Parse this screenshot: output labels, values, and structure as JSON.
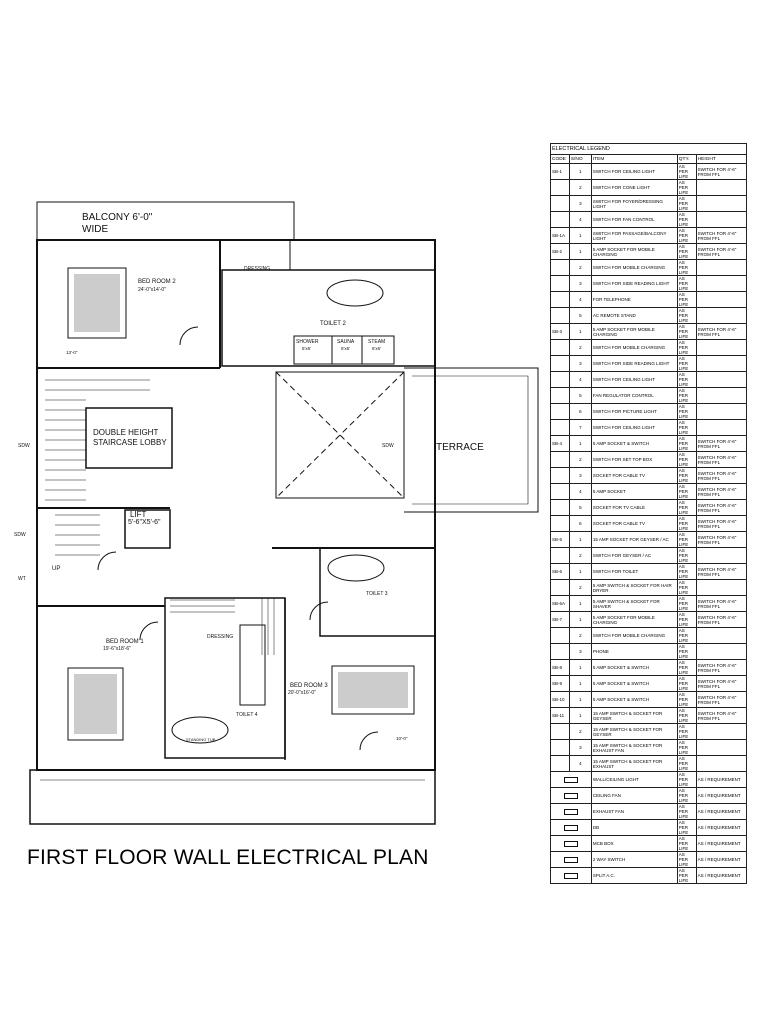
{
  "title": "FIRST FLOOR WALL ELECTRICAL PLAN",
  "rooms": {
    "balcony": "BALCONY 6'-0\"",
    "balcony_2": "WIDE",
    "bedroom2": "BED ROOM 2",
    "bedroom2_size": "24'-0\"x14'-0\"",
    "toilet2": "TOILET 2",
    "dressing_top": "DRESSING",
    "shower": "SHOWER",
    "shower_size": "5'x6'",
    "sauna": "SAUNA",
    "sauna_size": "6'x6'",
    "steam": "STEAM",
    "steam_size": "6'x6'",
    "stair_lobby_1": "DOUBLE HEIGHT",
    "stair_lobby_2": "STAIRCASE LOBBY",
    "terrace": "TERRACE",
    "lift": "LIFT",
    "lift_size": "5'-6\"X5'-6\"",
    "toilet3": "TOILET 3",
    "bedroom1": "BED ROOM 1",
    "bedroom1_size": "19'-6\"x18'-6\"",
    "dressing": "DRESSING",
    "toilet4": "TOILET 4",
    "bedroom3": "BED ROOM 3",
    "bedroom3_size": "20'-0\"x16'-0\"",
    "standing_tub": "STANDING TUB",
    "up": "UP",
    "sdw": "SDW",
    "wt": "WT",
    "dim_a": "13'-0\"",
    "dim_b": "10'-0\""
  },
  "legend": {
    "title": "ELECTRICAL LEGEND",
    "headers": [
      "CODE",
      "S/NO",
      "ITEM",
      "QTY.",
      "HEIGHT"
    ],
    "rows": [
      {
        "code": "SB-1",
        "sno": "1",
        "item": "SWITCH FOR CEILING LIGHT",
        "qty": "AS PER LIFE",
        "height": "SWITCH FOR 4'-6\" FROM FFL"
      },
      {
        "code": "",
        "sno": "2",
        "item": "SWITCH FOR CONE LIGHT",
        "qty": "AS PER LIFE",
        "height": ""
      },
      {
        "code": "",
        "sno": "3",
        "item": "SWITCH FOR FOYER/DRESSING LIGHT",
        "qty": "AS PER LIFE",
        "height": ""
      },
      {
        "code": "",
        "sno": "4",
        "item": "SWITCH FOR FAN CONTROL",
        "qty": "AS PER LIFE",
        "height": ""
      },
      {
        "code": "SB-1A",
        "sno": "1",
        "item": "SWITCH FOR PASSAGE/BALCONY LIGHT",
        "qty": "AS PER LIFE",
        "height": "SWITCH FOR 4'-6\" FROM FFL"
      },
      {
        "code": "SB-2",
        "sno": "1",
        "item": "5 AMP SOCKET FOR MOBILE CHARGING",
        "qty": "AS PER LIFE",
        "height": "SWITCH FOR 4'-6\" FROM FFL"
      },
      {
        "code": "",
        "sno": "2",
        "item": "SWITCH FOR MOBILE CHARGING",
        "qty": "AS PER LIFE",
        "height": ""
      },
      {
        "code": "",
        "sno": "3",
        "item": "SWITCH FOR SIDE READING LIGHT",
        "qty": "AS PER LIFE",
        "height": ""
      },
      {
        "code": "",
        "sno": "4",
        "item": "FOR TELEPHONE",
        "qty": "AS PER LIFE",
        "height": ""
      },
      {
        "code": "",
        "sno": "5",
        "item": "AC REMOTE STAND",
        "qty": "AS PER LIFE",
        "height": ""
      },
      {
        "code": "SB-3",
        "sno": "1",
        "item": "5 AMP SOCKET FOR MOBILE CHARGING",
        "qty": "AS PER LIFE",
        "height": "SWITCH FOR 4'-6\" FROM FFL"
      },
      {
        "code": "",
        "sno": "2",
        "item": "SWITCH FOR MOBILE CHARGING",
        "qty": "AS PER LIFE",
        "height": ""
      },
      {
        "code": "",
        "sno": "3",
        "item": "SWITCH FOR SIDE READING LIGHT",
        "qty": "AS PER LIFE",
        "height": ""
      },
      {
        "code": "",
        "sno": "4",
        "item": "SWITCH FOR CEILING LIGHT",
        "qty": "AS PER LIFE",
        "height": ""
      },
      {
        "code": "",
        "sno": "5",
        "item": "FAN REGULATOR CONTROL",
        "qty": "AS PER LIFE",
        "height": ""
      },
      {
        "code": "",
        "sno": "6",
        "item": "SWITCH FOR PICTURE LIGHT",
        "qty": "AS PER LIFE",
        "height": ""
      },
      {
        "code": "",
        "sno": "7",
        "item": "SWITCH FOR CEILING LIGHT",
        "qty": "AS PER LIFE",
        "height": ""
      },
      {
        "code": "SB-4",
        "sno": "1",
        "item": "5 AMP SOCKET & SWITCH",
        "qty": "AS PER LIFE",
        "height": "SWITCH FOR 4'-6\" FROM FFL"
      },
      {
        "code": "",
        "sno": "2",
        "item": "SWITCH FOR SET TOP BOX",
        "qty": "AS PER LIFE",
        "height": "SWITCH FOR 4'-6\" FROM FFL"
      },
      {
        "code": "",
        "sno": "3",
        "item": "SOCKET FOR CABLE TV",
        "qty": "AS PER LIFE",
        "height": "SWITCH FOR 4'-6\" FROM FFL"
      },
      {
        "code": "",
        "sno": "4",
        "item": "5 AMP SOCKET",
        "qty": "AS PER LIFE",
        "height": "SWITCH FOR 4'-6\" FROM FFL"
      },
      {
        "code": "",
        "sno": "5",
        "item": "SOCKET FOR TV CABLE",
        "qty": "AS PER LIFE",
        "height": "SWITCH FOR 4'-6\" FROM FFL"
      },
      {
        "code": "",
        "sno": "6",
        "item": "SOCKET FOR CABLE TV",
        "qty": "AS PER LIFE",
        "height": "SWITCH FOR 4'-6\" FROM FFL"
      },
      {
        "code": "SB-5",
        "sno": "1",
        "item": "15 AMP SOCKET FOR GEYSER / AC",
        "qty": "AS PER LIFE",
        "height": "SWITCH FOR 4'-6\" FROM FFL"
      },
      {
        "code": "",
        "sno": "2",
        "item": "SWITCH FOR GEYSER / AC",
        "qty": "AS PER LIFE",
        "height": ""
      },
      {
        "code": "SB-6",
        "sno": "1",
        "item": "SWITCH FOR TOILET",
        "qty": "AS PER LIFE",
        "height": "SWITCH FOR 4'-6\" FROM FFL"
      },
      {
        "code": "",
        "sno": "2",
        "item": "5 AMP SWITCH & SOCKET FOR HAIR DRYER",
        "qty": "AS PER LIFE",
        "height": ""
      },
      {
        "code": "SB-6A",
        "sno": "1",
        "item": "5 AMP SWITCH & SOCKET FOR SHAVER",
        "qty": "AS PER LIFE",
        "height": "SWITCH FOR 4'-6\" FROM FFL"
      },
      {
        "code": "SB-7",
        "sno": "1",
        "item": "5 AMP SOCKET FOR MOBILE CHARGING",
        "qty": "AS PER LIFE",
        "height": "SWITCH FOR 4'-6\" FROM FFL"
      },
      {
        "code": "",
        "sno": "2",
        "item": "SWITCH FOR MOBILE CHARGING",
        "qty": "AS PER LIFE",
        "height": ""
      },
      {
        "code": "",
        "sno": "3",
        "item": "PHONE",
        "qty": "AS PER LIFE",
        "height": ""
      },
      {
        "code": "SB-8",
        "sno": "1",
        "item": "5 AMP SOCKET & SWITCH",
        "qty": "AS PER LIFE",
        "height": "SWITCH FOR 4'-6\" FROM FFL"
      },
      {
        "code": "SB-9",
        "sno": "1",
        "item": "5 AMP SOCKET & SWITCH",
        "qty": "AS PER LIFE",
        "height": "SWITCH FOR 4'-6\" FROM FFL"
      },
      {
        "code": "SB-10",
        "sno": "1",
        "item": "5 AMP SOCKET & SWITCH",
        "qty": "AS PER LIFE",
        "height": "SWITCH FOR 4'-6\" FROM FFL"
      },
      {
        "code": "SB-11",
        "sno": "1",
        "item": "15 AMP SWITCH & SOCKET FOR GEYSER",
        "qty": "AS PER LIFE",
        "height": "SWITCH FOR 4'-6\" FROM FFL"
      },
      {
        "code": "",
        "sno": "2",
        "item": "15 AMP SWITCH & SOCKET FOR GEYSER",
        "qty": "AS PER LIFE",
        "height": ""
      },
      {
        "code": "",
        "sno": "3",
        "item": "15 AMP SWITCH & SOCKET FOR EXHAUST FAN",
        "qty": "AS PER LIFE",
        "height": ""
      },
      {
        "code": "",
        "sno": "4",
        "item": "15 AMP SWITCH & SOCKET FOR EXHAUST",
        "qty": "AS PER LIFE",
        "height": ""
      }
    ],
    "symbols": [
      {
        "item": "WALL/CEILING LIGHT",
        "qty": "AS PER LIFE",
        "height": "AS / REQUIREMENT"
      },
      {
        "item": "CEILING FAN",
        "qty": "AS PER LIFE",
        "height": "AS / REQUIREMENT"
      },
      {
        "item": "EXHAUST FAN",
        "qty": "AS PER LIFE",
        "height": "AS / REQUIREMENT"
      },
      {
        "item": "DB",
        "qty": "AS PER LIFE",
        "height": "AS / REQUIREMENT"
      },
      {
        "item": "MCB BOX",
        "qty": "AS PER LIFE",
        "height": "AS / REQUIREMENT"
      },
      {
        "item": "2 WAY SWITCH",
        "qty": "AS PER LIFE",
        "height": "AS / REQUIREMENT"
      },
      {
        "item": "SPLIT A.C.",
        "qty": "AS PER LIFE",
        "height": "AS / REQUIREMENT"
      }
    ]
  }
}
